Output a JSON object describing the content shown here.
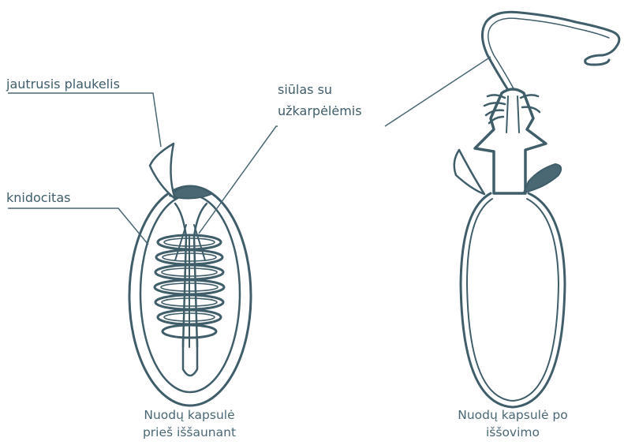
{
  "labels": {
    "hair": "jautrusis plaukelis",
    "thread_line1": "siūlas su",
    "thread_line2": "užkarpėlėmis",
    "cnidocyte": "knidocitas"
  },
  "captions": {
    "before_line1": "Nuodų kapsulė",
    "before_line2": "prieš iššaunant",
    "after_line1": "Nuodų kapsulė po",
    "after_line2": "iššovimo"
  },
  "colors": {
    "stroke": "#3f5e6a",
    "fill": "#4a6874",
    "text": "#3f5e6a"
  }
}
